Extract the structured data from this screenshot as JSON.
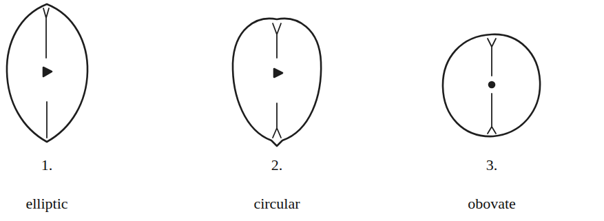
{
  "diagram": {
    "labels": [
      "1.",
      "elliptic",
      "2.",
      "circular",
      "3.",
      "obovate"
    ]
  }
}
